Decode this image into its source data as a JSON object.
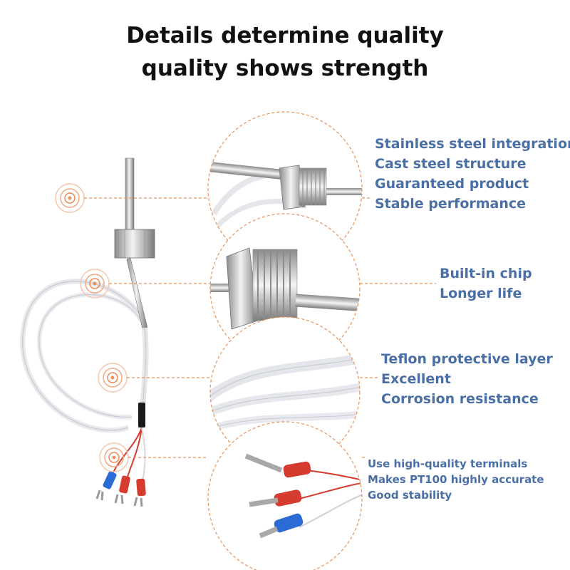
{
  "headline": {
    "line1": "Details determine quality",
    "line2": "quality shows strength"
  },
  "features": [
    {
      "lines": [
        "Stainless steel integration",
        "Cast steel structure",
        "Guaranteed product",
        "Stable performance"
      ]
    },
    {
      "lines": [
        "Built-in chip",
        "Longer life"
      ]
    },
    {
      "lines": [
        "Teflon protective layer",
        "Excellent",
        "Corrosion resistance"
      ]
    },
    {
      "lines": [
        "Use high-quality terminals",
        "Makes PT100 highly accurate",
        "Good stability"
      ]
    }
  ],
  "colors": {
    "headline": "#111111",
    "feature_text": "#4a6fa5",
    "callout_line": "#e8925a",
    "wire_red": "#d63b2f",
    "terminal_blue": "#2b6bd6"
  }
}
